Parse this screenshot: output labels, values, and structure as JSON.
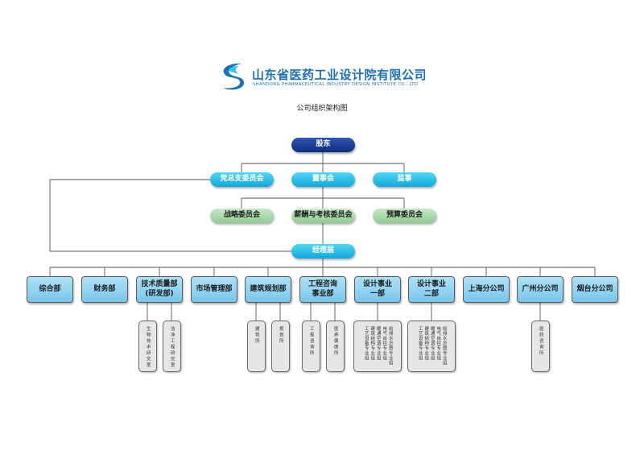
{
  "company": {
    "name_cn": "山东省医药工业设计院有限公司",
    "name_en": "SHANDONG PHARMACEUTICAL INDUSTRY DESIGN INSTITUTE CO., LTD",
    "logo_icon": "swirl-s-logo-icon"
  },
  "chart_title": "公司组织架构图",
  "colors": {
    "root": "#1a3f96",
    "tier": "#23b5e4",
    "committee": "#a8dbaa",
    "dept": "#8fd0f0",
    "sub": "#e6e6e6",
    "line": "#555555",
    "brand": "#1c6fb5"
  },
  "nodes": {
    "shareholders": "股东",
    "party": "党总支委员会",
    "board": "董事会",
    "supervisor": "监事",
    "strategy": "战略委员会",
    "compensation": "薪酬与考核委员会",
    "budget": "预算委员会",
    "management": "经理层"
  },
  "departments": [
    {
      "label": "综合部",
      "subs": []
    },
    {
      "label": "财务部",
      "subs": []
    },
    {
      "label": "技术质量部\n(研发部)",
      "subs": [
        "生物技术研究室",
        "洁净工程研究室"
      ]
    },
    {
      "label": "市场管理部",
      "subs": []
    },
    {
      "label": "建筑规划部",
      "subs": [
        "建筑所",
        "规划所"
      ]
    },
    {
      "label": "工程咨询\n事业部",
      "subs": [
        "工程咨询所",
        "医养健康所"
      ]
    },
    {
      "label": "设计事业\n一部",
      "subs": [
        "工艺设备专业组",
        "建筑结构专业组",
        "暖通空调专业组",
        "电气自控专业组",
        "给排水总图专业组"
      ]
    },
    {
      "label": "设计事业\n二部",
      "subs": [
        "工艺设备专业组",
        "建筑结构专业组",
        "暖通空调专业组",
        "电气自控专业组",
        "给排水总图专业组"
      ]
    },
    {
      "label": "上海分公司",
      "subs": []
    },
    {
      "label": "广州分公司",
      "subs": [
        "医药咨询所"
      ]
    },
    {
      "label": "烟台分公司",
      "subs": []
    }
  ]
}
